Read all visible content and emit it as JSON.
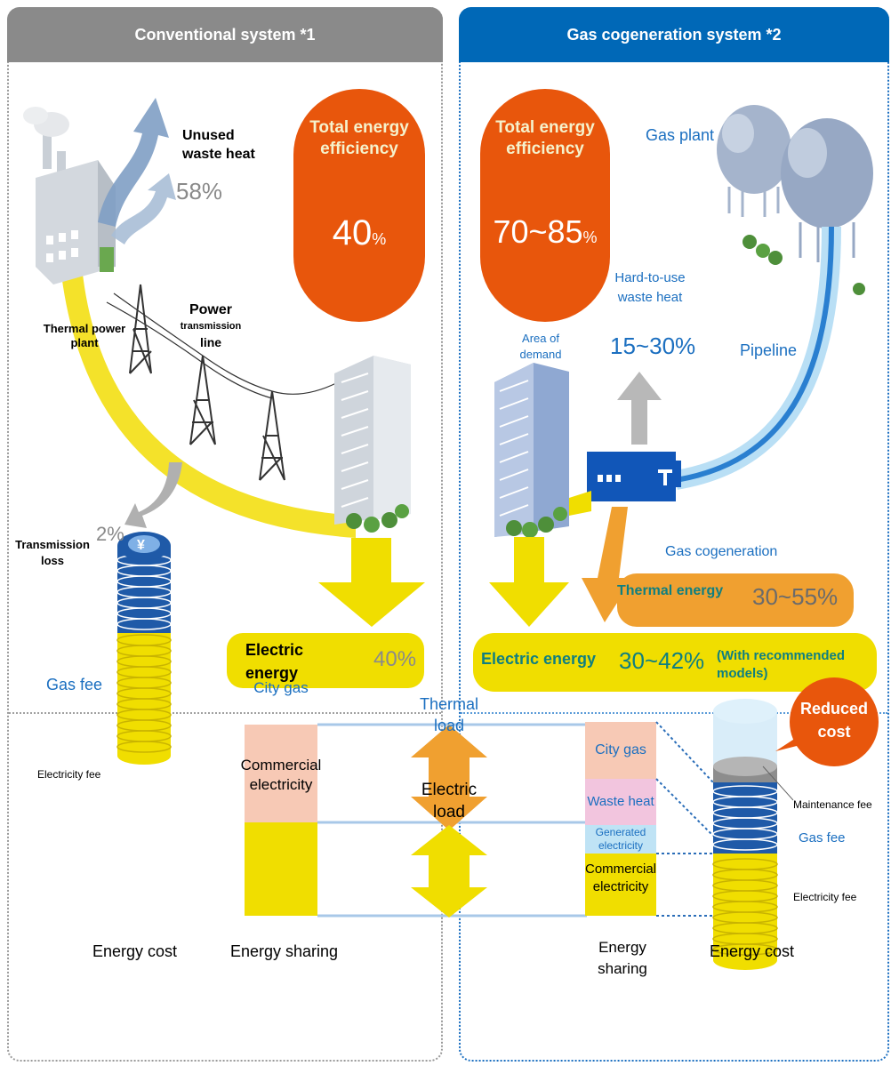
{
  "left": {
    "header": "Conventional system *1",
    "efficiency": {
      "title": "Total energy efficiency",
      "value": "40",
      "unit": "%"
    },
    "unused_waste_heat": {
      "label": "Unused waste heat",
      "value": "58%"
    },
    "thermal_power_plant": "Thermal power plant",
    "power_line": {
      "line1": "Power",
      "line2": "transmission",
      "line3": "line"
    },
    "transmission_loss": {
      "label": "Transmission loss",
      "value": "2%"
    },
    "electric_energy": {
      "label": "Electric energy",
      "value": "40%"
    },
    "cost": {
      "gas_fee": "Gas fee",
      "electricity_fee": "Electricity fee",
      "energy_cost": "Energy cost",
      "energy_sharing": "Energy sharing",
      "city_gas": "City gas",
      "commercial_electricity": "Commercial electricity"
    }
  },
  "middle": {
    "thermal_load": "Thermal load",
    "electric_load": "Electric load"
  },
  "right": {
    "header": "Gas cogeneration system *2",
    "efficiency": {
      "title": "Total energy efficiency",
      "value": "70~85",
      "unit": "%"
    },
    "gas_plant": "Gas plant",
    "hard_to_use": {
      "label": "Hard-to-use waste heat",
      "value": "15~30%"
    },
    "area_of_demand": "Area of demand",
    "pipeline": "Pipeline",
    "gas_cogeneration": "Gas cogeneration",
    "thermal_energy": {
      "label": "Thermal energy",
      "value": "30~55%"
    },
    "electric_energy": {
      "label": "Electric energy",
      "value": "30~42%",
      "note": "(With recommended models)"
    },
    "cost": {
      "city_gas": "City gas",
      "waste_heat": "Waste heat",
      "generated_electricity": "Generated electricity",
      "commercial_electricity": "Commercial electricity",
      "energy_sharing": "Energy sharing",
      "energy_cost": "Energy cost",
      "reduced_cost": "Reduced cost",
      "maintenance_fee": "Maintenance fee",
      "gas_fee": "Gas fee",
      "electricity_fee": "Electricity fee"
    }
  },
  "colors": {
    "grey_header": "#8a8a8a",
    "blue_header": "#0068b7",
    "efficiency_circle": "#e8560c",
    "yellow": "#f0de00",
    "orange": "#f0a030",
    "coin_blue": "#1f5aa8",
    "city_gas_pink": "#f7c9b5",
    "waste_heat_pink": "#f2c5de",
    "generated_blue": "#bfe3f5"
  }
}
